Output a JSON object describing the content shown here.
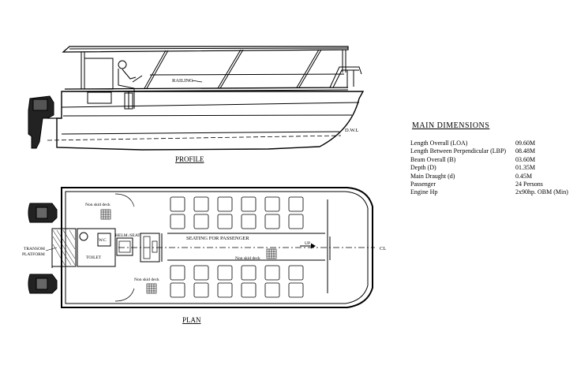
{
  "profile": {
    "caption": "PROFILE",
    "railing_label": "RAILING",
    "dwl_label": "D.W.L"
  },
  "plan": {
    "caption": "PLAN",
    "non_skid_top": "Non skid deck",
    "non_skid_bottom": "Non skid deck",
    "non_skid_fwd": "Non skid deck",
    "wc_label": "W.C",
    "toilet_label": "TOILET",
    "helm_label": "HELM./SEAT",
    "seating_label": "SEATING FOR PASSENGER",
    "up_label": "UP",
    "cl_label": "CL",
    "transom_label_1": "TRANSOM",
    "transom_label_2": "PLATFORM"
  },
  "main_dimensions": {
    "title": "MAIN DIMENSIONS",
    "rows": [
      {
        "label": "Length Overall (LOA)",
        "value": "09.60M"
      },
      {
        "label": "Length Between Perpendicular (LBP)",
        "value": "08.48M"
      },
      {
        "label": "Beam Overall (B)",
        "value": "03.60M"
      },
      {
        "label": "Depth (D)",
        "value": "01.35M"
      },
      {
        "label": "Main Draught (d)",
        "value": "0.45M"
      },
      {
        "label": "Passenger",
        "value": "24 Persons"
      },
      {
        "label": "Engine Hp",
        "value": "2x90hp. OBM (Min)"
      }
    ]
  }
}
